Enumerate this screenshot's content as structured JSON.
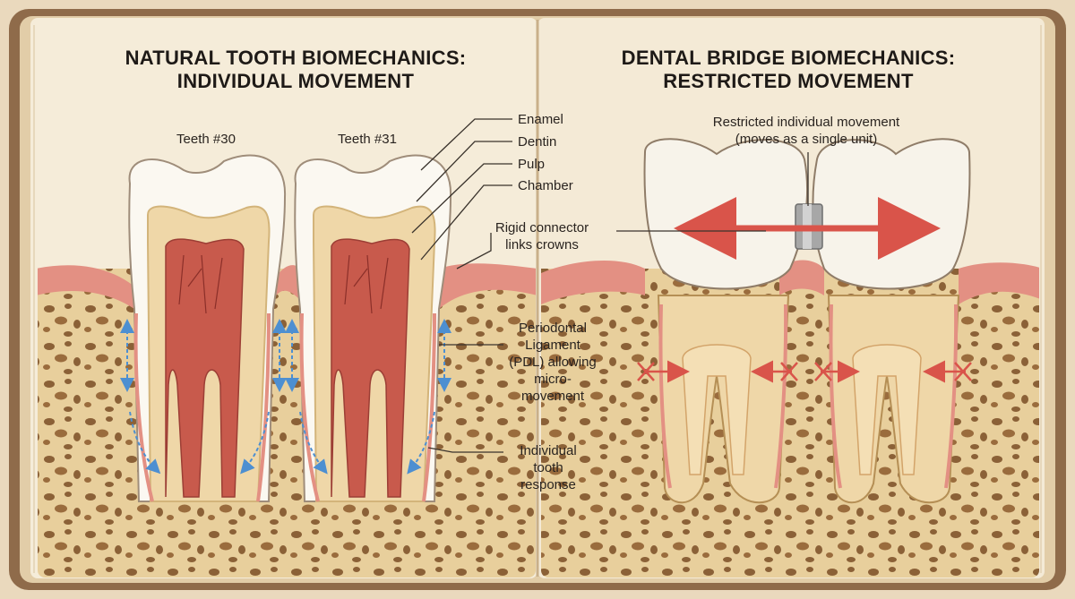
{
  "left_panel": {
    "title_line1": "NATURAL TOOTH BIOMECHANICS:",
    "title_line2": "INDIVIDUAL MOVEMENT",
    "tooth_a": "Teeth #30",
    "tooth_b": "Teeth #31",
    "labels": {
      "enamel": "Enamel",
      "dentin": "Dentin",
      "pulp": "Pulp",
      "chamber": "Chamber",
      "pdl": [
        "Periodontal",
        "Ligament",
        "(PDL) allowing",
        "micro-",
        "movement"
      ],
      "response": [
        "Individual",
        "tooth",
        "response"
      ]
    }
  },
  "right_panel": {
    "title_line1": "DENTAL BRIDGE BIOMECHANICS:",
    "title_line2": "RESTRICTED MOVEMENT",
    "restricted": [
      "Restricted individual movement",
      "(moves as a single unit)"
    ],
    "connector": [
      "Rigid connector",
      "links crowns"
    ]
  },
  "colors": {
    "page": "#f5ecd9",
    "enamel": "#fbf8f1",
    "dentin": "#efd7a8",
    "pulp": "#c85a4c",
    "gum": "#e39083",
    "bone": "#e8cf9c",
    "bone_spot": "#8b6137",
    "arrow_red": "#d9544a",
    "arrow_blue": "#4d8fd1"
  }
}
